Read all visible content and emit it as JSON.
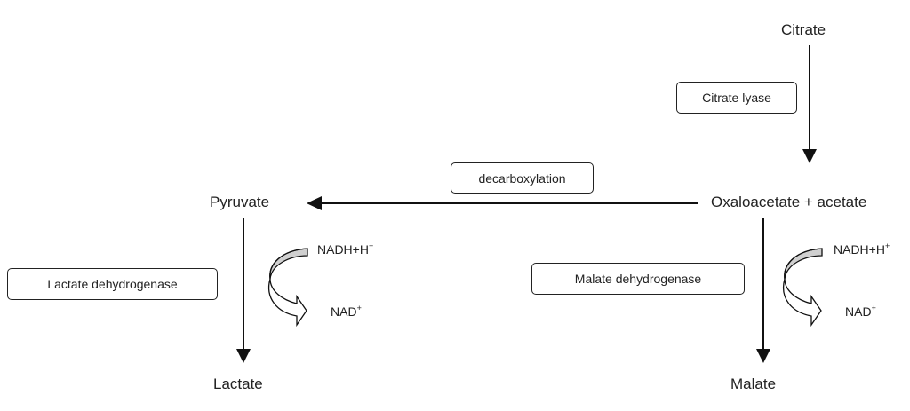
{
  "metabolites": {
    "citrate": "Citrate",
    "oxaloacetate_acetate": "Oxaloacetate + acetate",
    "pyruvate": "Pyruvate",
    "lactate": "Lactate",
    "malate": "Malate"
  },
  "enzymes": {
    "citrate_lyase": "Citrate lyase",
    "decarboxylation": "decarboxylation",
    "lactate_dehydrogenase": "Lactate dehydrogenase",
    "malate_dehydrogenase": "Malate dehydrogenase"
  },
  "cofactors": {
    "nadh_base": "NADH+H",
    "nadh_sup": "+",
    "nad_base": "NAD",
    "nad_sup": "+"
  },
  "colors": {
    "line": "#111111",
    "cofactor_fill": "#d0d0d0"
  }
}
